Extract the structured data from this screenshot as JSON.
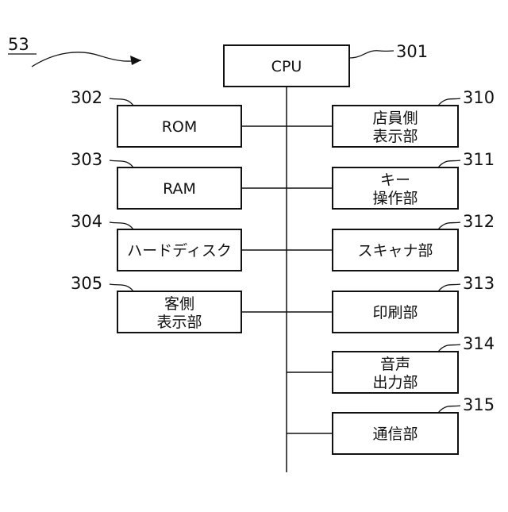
{
  "figure": {
    "label": "53",
    "cpu": {
      "label": "CPU",
      "ref": "301"
    },
    "left_blocks": [
      {
        "ref": "302",
        "lines": [
          "ROM"
        ]
      },
      {
        "ref": "303",
        "lines": [
          "RAM"
        ]
      },
      {
        "ref": "304",
        "lines": [
          "ハードディスク"
        ]
      },
      {
        "ref": "305",
        "lines": [
          "客側",
          "表示部"
        ]
      }
    ],
    "right_blocks": [
      {
        "ref": "310",
        "lines": [
          "店員側",
          "表示部"
        ]
      },
      {
        "ref": "311",
        "lines": [
          "キー",
          "操作部"
        ]
      },
      {
        "ref": "312",
        "lines": [
          "スキャナ部"
        ]
      },
      {
        "ref": "313",
        "lines": [
          "印刷部"
        ]
      },
      {
        "ref": "314",
        "lines": [
          "音声",
          "出力部"
        ]
      },
      {
        "ref": "315",
        "lines": [
          "通信部"
        ]
      }
    ]
  }
}
